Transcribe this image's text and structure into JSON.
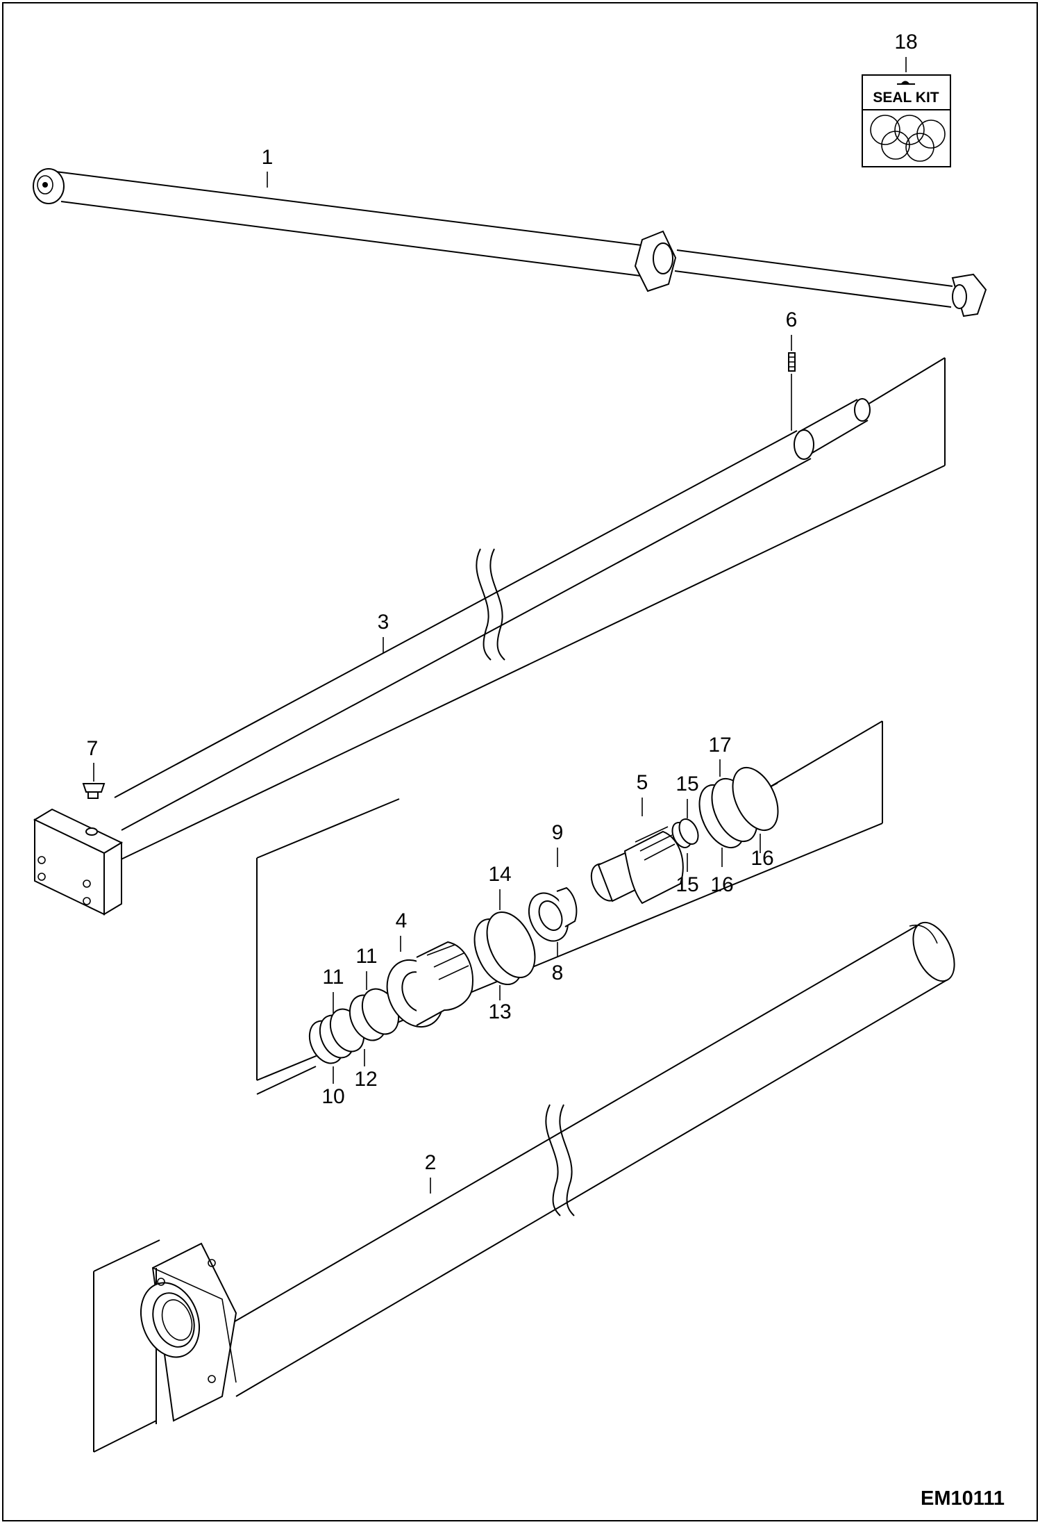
{
  "figure_id": "EM10111",
  "seal_kit": {
    "label": "SEAL KIT",
    "callout": "18"
  },
  "callouts": [
    "1",
    "2",
    "3",
    "4",
    "5",
    "6",
    "7",
    "8",
    "9",
    "10",
    "11",
    "11",
    "12",
    "13",
    "14",
    "15",
    "15",
    "16",
    "16",
    "17",
    "18"
  ]
}
